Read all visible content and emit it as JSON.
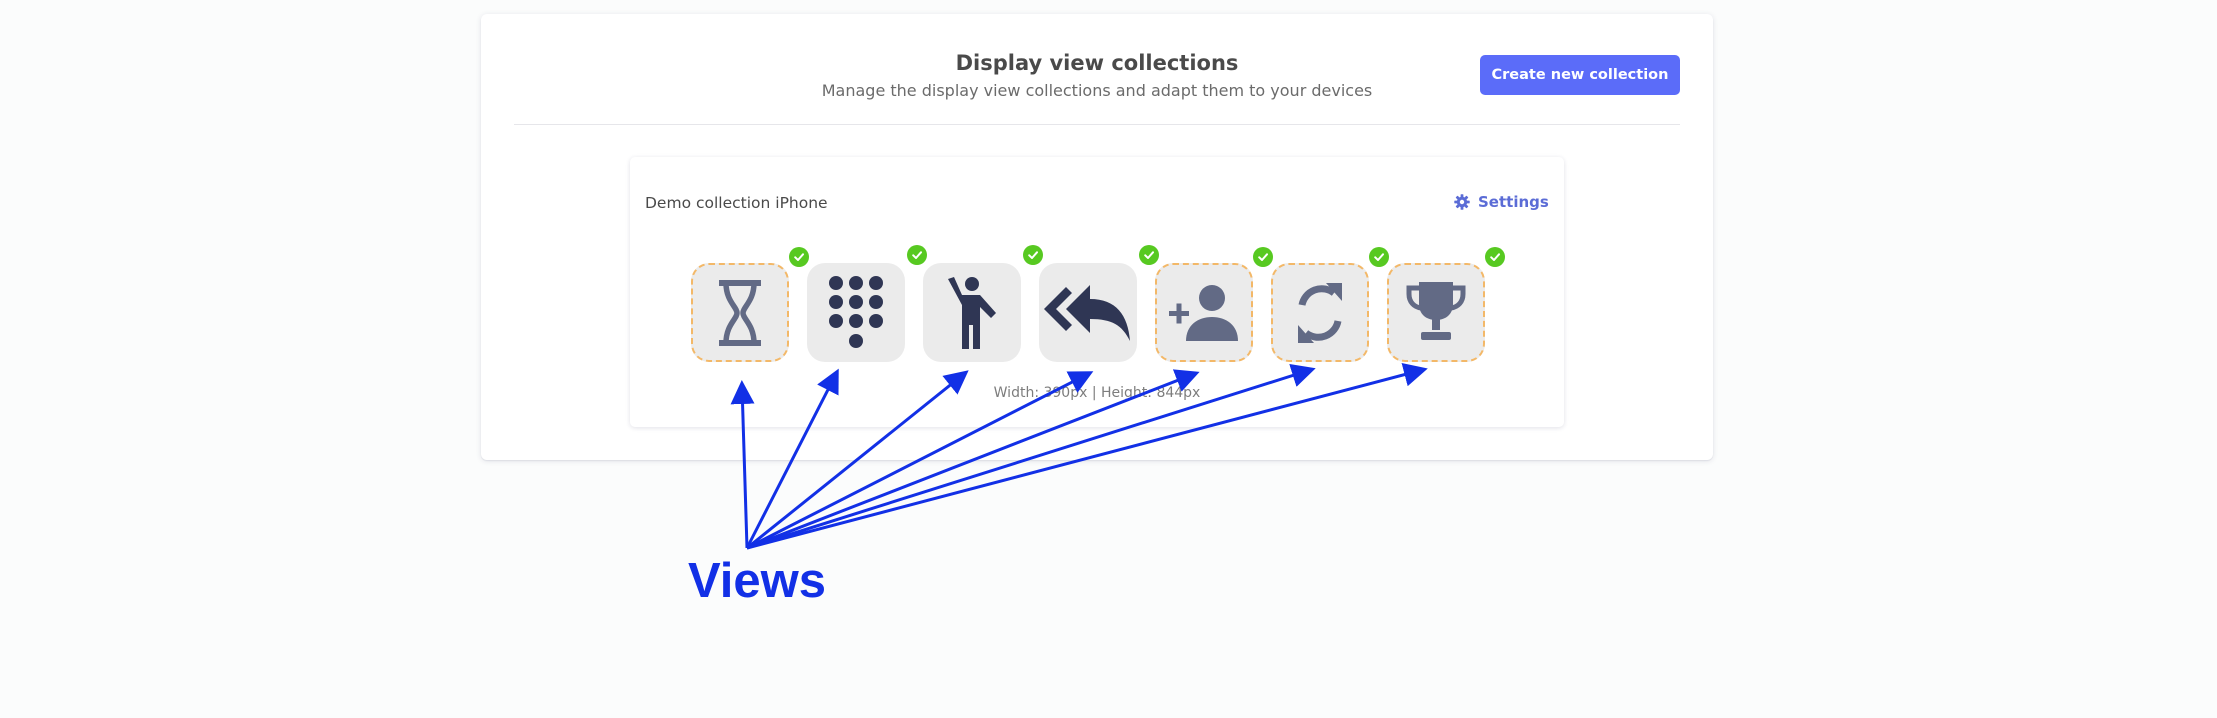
{
  "header": {
    "title": "Display view collections",
    "subtitle": "Manage the display view collections and adapt them to your devices",
    "create_button_label": "Create new collection"
  },
  "collection": {
    "name": "Demo collection iPhone",
    "settings_label": "Settings",
    "dimensions": "Width: 390px | Height: 844px",
    "views": [
      {
        "icon": "hourglass-icon",
        "status": "active"
      },
      {
        "icon": "dialpad-icon",
        "status": "active"
      },
      {
        "icon": "person-waving-icon",
        "status": "active"
      },
      {
        "icon": "reply-all-icon",
        "status": "active"
      },
      {
        "icon": "person-add-icon",
        "status": "active"
      },
      {
        "icon": "sync-icon",
        "status": "active"
      },
      {
        "icon": "trophy-icon",
        "status": "active"
      }
    ]
  },
  "annotation": {
    "label": "Views"
  },
  "colors": {
    "accent": "#5b6cf9",
    "check_green": "#57c921",
    "dashed_border": "#f3b868",
    "annotation_blue": "#1230e6"
  }
}
